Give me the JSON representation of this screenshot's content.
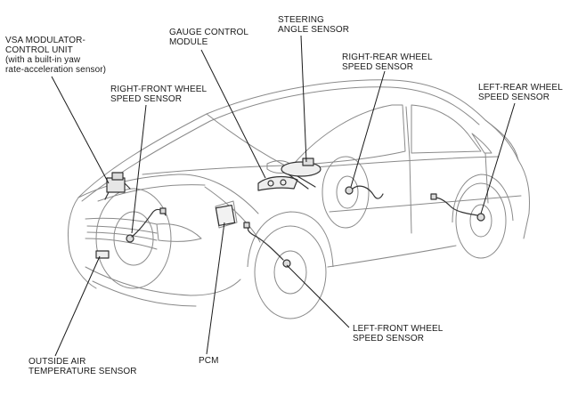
{
  "labels": {
    "vsa_modulator": {
      "lines": [
        "VSA MODULATOR-",
        "CONTROL UNIT",
        "(with a built-in yaw",
        "rate-acceleration sensor)"
      ]
    },
    "gauge_control": {
      "lines": [
        "GAUGE CONTROL",
        "MODULE"
      ]
    },
    "steering_angle": {
      "lines": [
        "STEERING",
        "ANGLE SENSOR"
      ]
    },
    "right_rear_wheel": {
      "lines": [
        "RIGHT-REAR WHEEL",
        "SPEED SENSOR"
      ]
    },
    "left_rear_wheel": {
      "lines": [
        "LEFT-REAR WHEEL",
        "SPEED SENSOR"
      ]
    },
    "right_front_wheel": {
      "lines": [
        "RIGHT-FRONT WHEEL",
        "SPEED SENSOR"
      ]
    },
    "left_front_wheel": {
      "lines": [
        "LEFT-FRONT WHEEL",
        "SPEED SENSOR"
      ]
    },
    "outside_air": {
      "lines": [
        "OUTSIDE AIR",
        "TEMPERATURE SENSOR"
      ]
    },
    "pcm": {
      "lines": [
        "PCM"
      ]
    }
  },
  "colors": {
    "line_art": "#8a8a8a",
    "leader_line": "#1a1a1a",
    "label_text": "#1a1a1a",
    "background": "#ffffff"
  }
}
